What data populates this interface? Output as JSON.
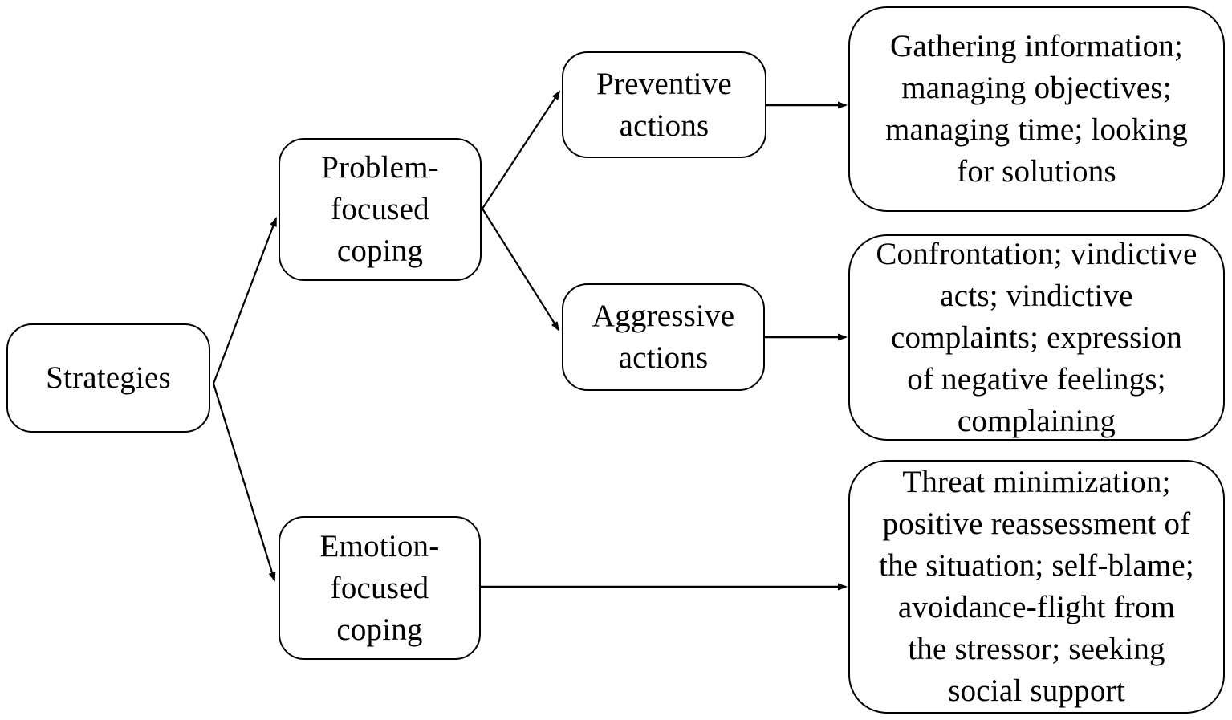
{
  "diagram": {
    "type": "flowchart",
    "orientation": "left-to-right",
    "colors": {
      "background": "#ffffff",
      "box_fill": "#ffffff",
      "box_border": "#000000",
      "text": "#000000",
      "arrow": "#000000"
    }
  },
  "nodes": {
    "strategies": {
      "label": "Strategies"
    },
    "problem_focused": {
      "label": "Problem-\nfocused\ncoping"
    },
    "emotion_focused": {
      "label": "Emotion-\nfocused\ncoping"
    },
    "preventive_actions": {
      "label": "Preventive\nactions"
    },
    "aggressive_actions": {
      "label": "Aggressive\nactions"
    },
    "preventive_outcomes": {
      "label": "Gathering information;\nmanaging objectives;\nmanaging time; looking\nfor solutions"
    },
    "aggressive_outcomes": {
      "label": "Confrontation; vindictive\nacts; vindictive\ncomplaints; expression\nof negative feelings;\ncomplaining"
    },
    "emotion_outcomes": {
      "label": "Threat minimization;\npositive reassessment of\nthe situation; self-blame;\navoidance-flight from\nthe stressor; seeking\nsocial support"
    }
  },
  "edges": [
    {
      "from": "strategies",
      "to": "problem_focused"
    },
    {
      "from": "strategies",
      "to": "emotion_focused"
    },
    {
      "from": "problem_focused",
      "to": "preventive_actions"
    },
    {
      "from": "problem_focused",
      "to": "aggressive_actions"
    },
    {
      "from": "preventive_actions",
      "to": "preventive_outcomes"
    },
    {
      "from": "aggressive_actions",
      "to": "aggressive_outcomes"
    },
    {
      "from": "emotion_focused",
      "to": "emotion_outcomes"
    }
  ]
}
